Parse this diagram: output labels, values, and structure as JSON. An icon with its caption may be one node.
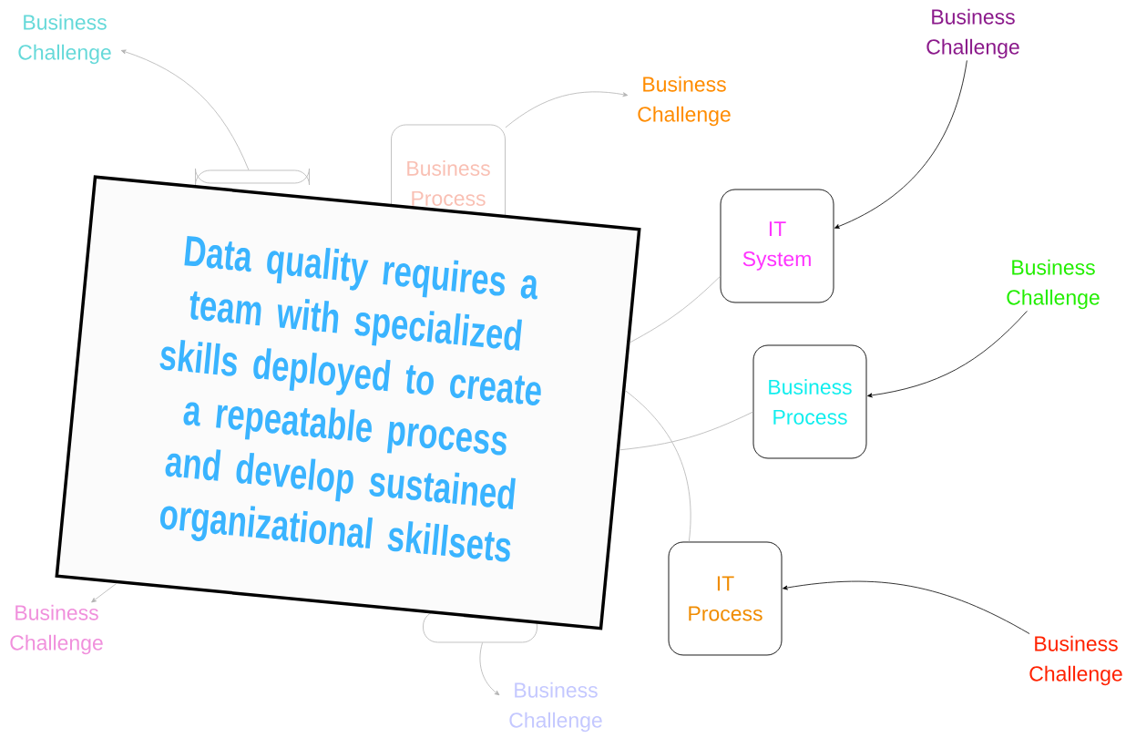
{
  "diagram": {
    "nodes": [
      {
        "text": [
          "Data quality requires a team with specialized skills deployed to create a repeatable process and develop sustained organizational skillsets"
        ]
      },
      {
        "text": [],
        "shape": "box"
      },
      {
        "text": [
          "Business Process"
        ]
      },
      {
        "text": [],
        "shape": "box"
      },
      {
        "text": [
          "Business Challenge"
        ]
      },
      {
        "text": [
          "Business Challenge"
        ]
      },
      {
        "text": [
          "Business Challenge"
        ]
      },
      {
        "text": [
          "IT System"
        ]
      },
      {
        "text": [
          "Business Challenge"
        ]
      },
      {
        "text": [
          "Business Process"
        ]
      },
      {
        "text": [
          "IT Process"
        ]
      },
      {
        "text": [
          "Business Challenge"
        ]
      },
      {
        "text": [
          "Business Challenge"
        ]
      },
      {
        "text": [
          "Business Challenge"
        ]
      }
    ],
    "edges": [
      {
        "from": 1,
        "to": 4,
        "arrow": "to"
      },
      {
        "from": 2,
        "to": 5,
        "arrow": "to"
      },
      {
        "from": 6,
        "to": 7,
        "arrow": "to",
        "color": "#000000"
      },
      {
        "from": 0,
        "to": 7,
        "arrow": "none"
      },
      {
        "from": 0,
        "to": 9,
        "arrow": "none"
      },
      {
        "from": 0,
        "to": 10,
        "arrow": "none"
      },
      {
        "from": 8,
        "to": 9,
        "arrow": "to",
        "color": "#000000"
      },
      {
        "from": 11,
        "to": 10,
        "arrow": "to",
        "color": "#000000"
      },
      {
        "from": 0,
        "to": 12,
        "arrow": "to"
      },
      {
        "from": 3,
        "to": 13,
        "arrow": "to"
      }
    ]
  }
}
